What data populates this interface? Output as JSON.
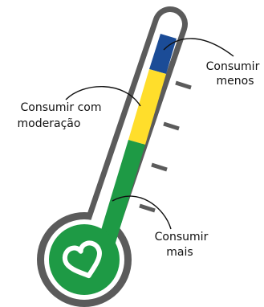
{
  "colors": {
    "outline": "#5b5b5b",
    "tube_fill": "#ffffff",
    "zone_blue": "#1b4c97",
    "zone_yellow": "#ffde2b",
    "zone_green": "#1e9a45",
    "heart_stroke": "#ffffff",
    "leader": "#111111"
  },
  "labels": {
    "less": [
      "Consumir",
      "menos"
    ],
    "moderate": [
      "Consumir com",
      "moderação"
    ],
    "more": [
      "Consumir",
      "mais"
    ]
  },
  "icons": {
    "heart": "heart-outline-icon"
  }
}
